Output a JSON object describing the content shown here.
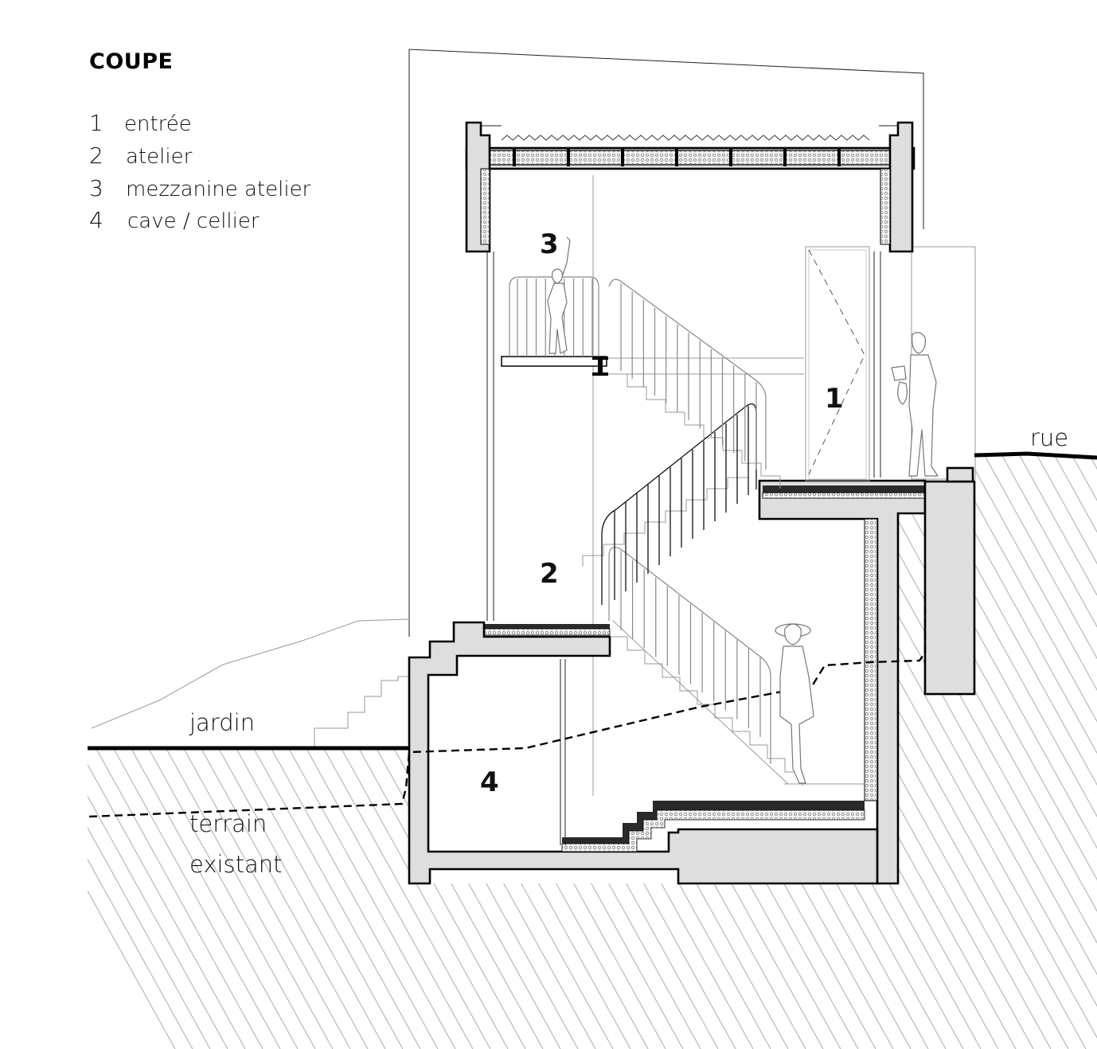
{
  "title": "COUPE",
  "legend": [
    {
      "num": "1",
      "label": "entrée"
    },
    {
      "num": "2",
      "label": "atelier"
    },
    {
      "num": "3",
      "label": "mezzanine atelier"
    },
    {
      "num": "4",
      "label": "cave / cellier"
    }
  ],
  "room_tags": {
    "r1": "1",
    "r2": "2",
    "r3": "3",
    "r4": "4"
  },
  "site_labels": {
    "jardin": "jardin",
    "rue": "rue",
    "terrain_line1": "terrain",
    "terrain_line2": "existant"
  },
  "colors": {
    "wall_fill": "#dedede",
    "line": "#000000",
    "hatch": "#bdbdbd",
    "figure": "#777777"
  }
}
